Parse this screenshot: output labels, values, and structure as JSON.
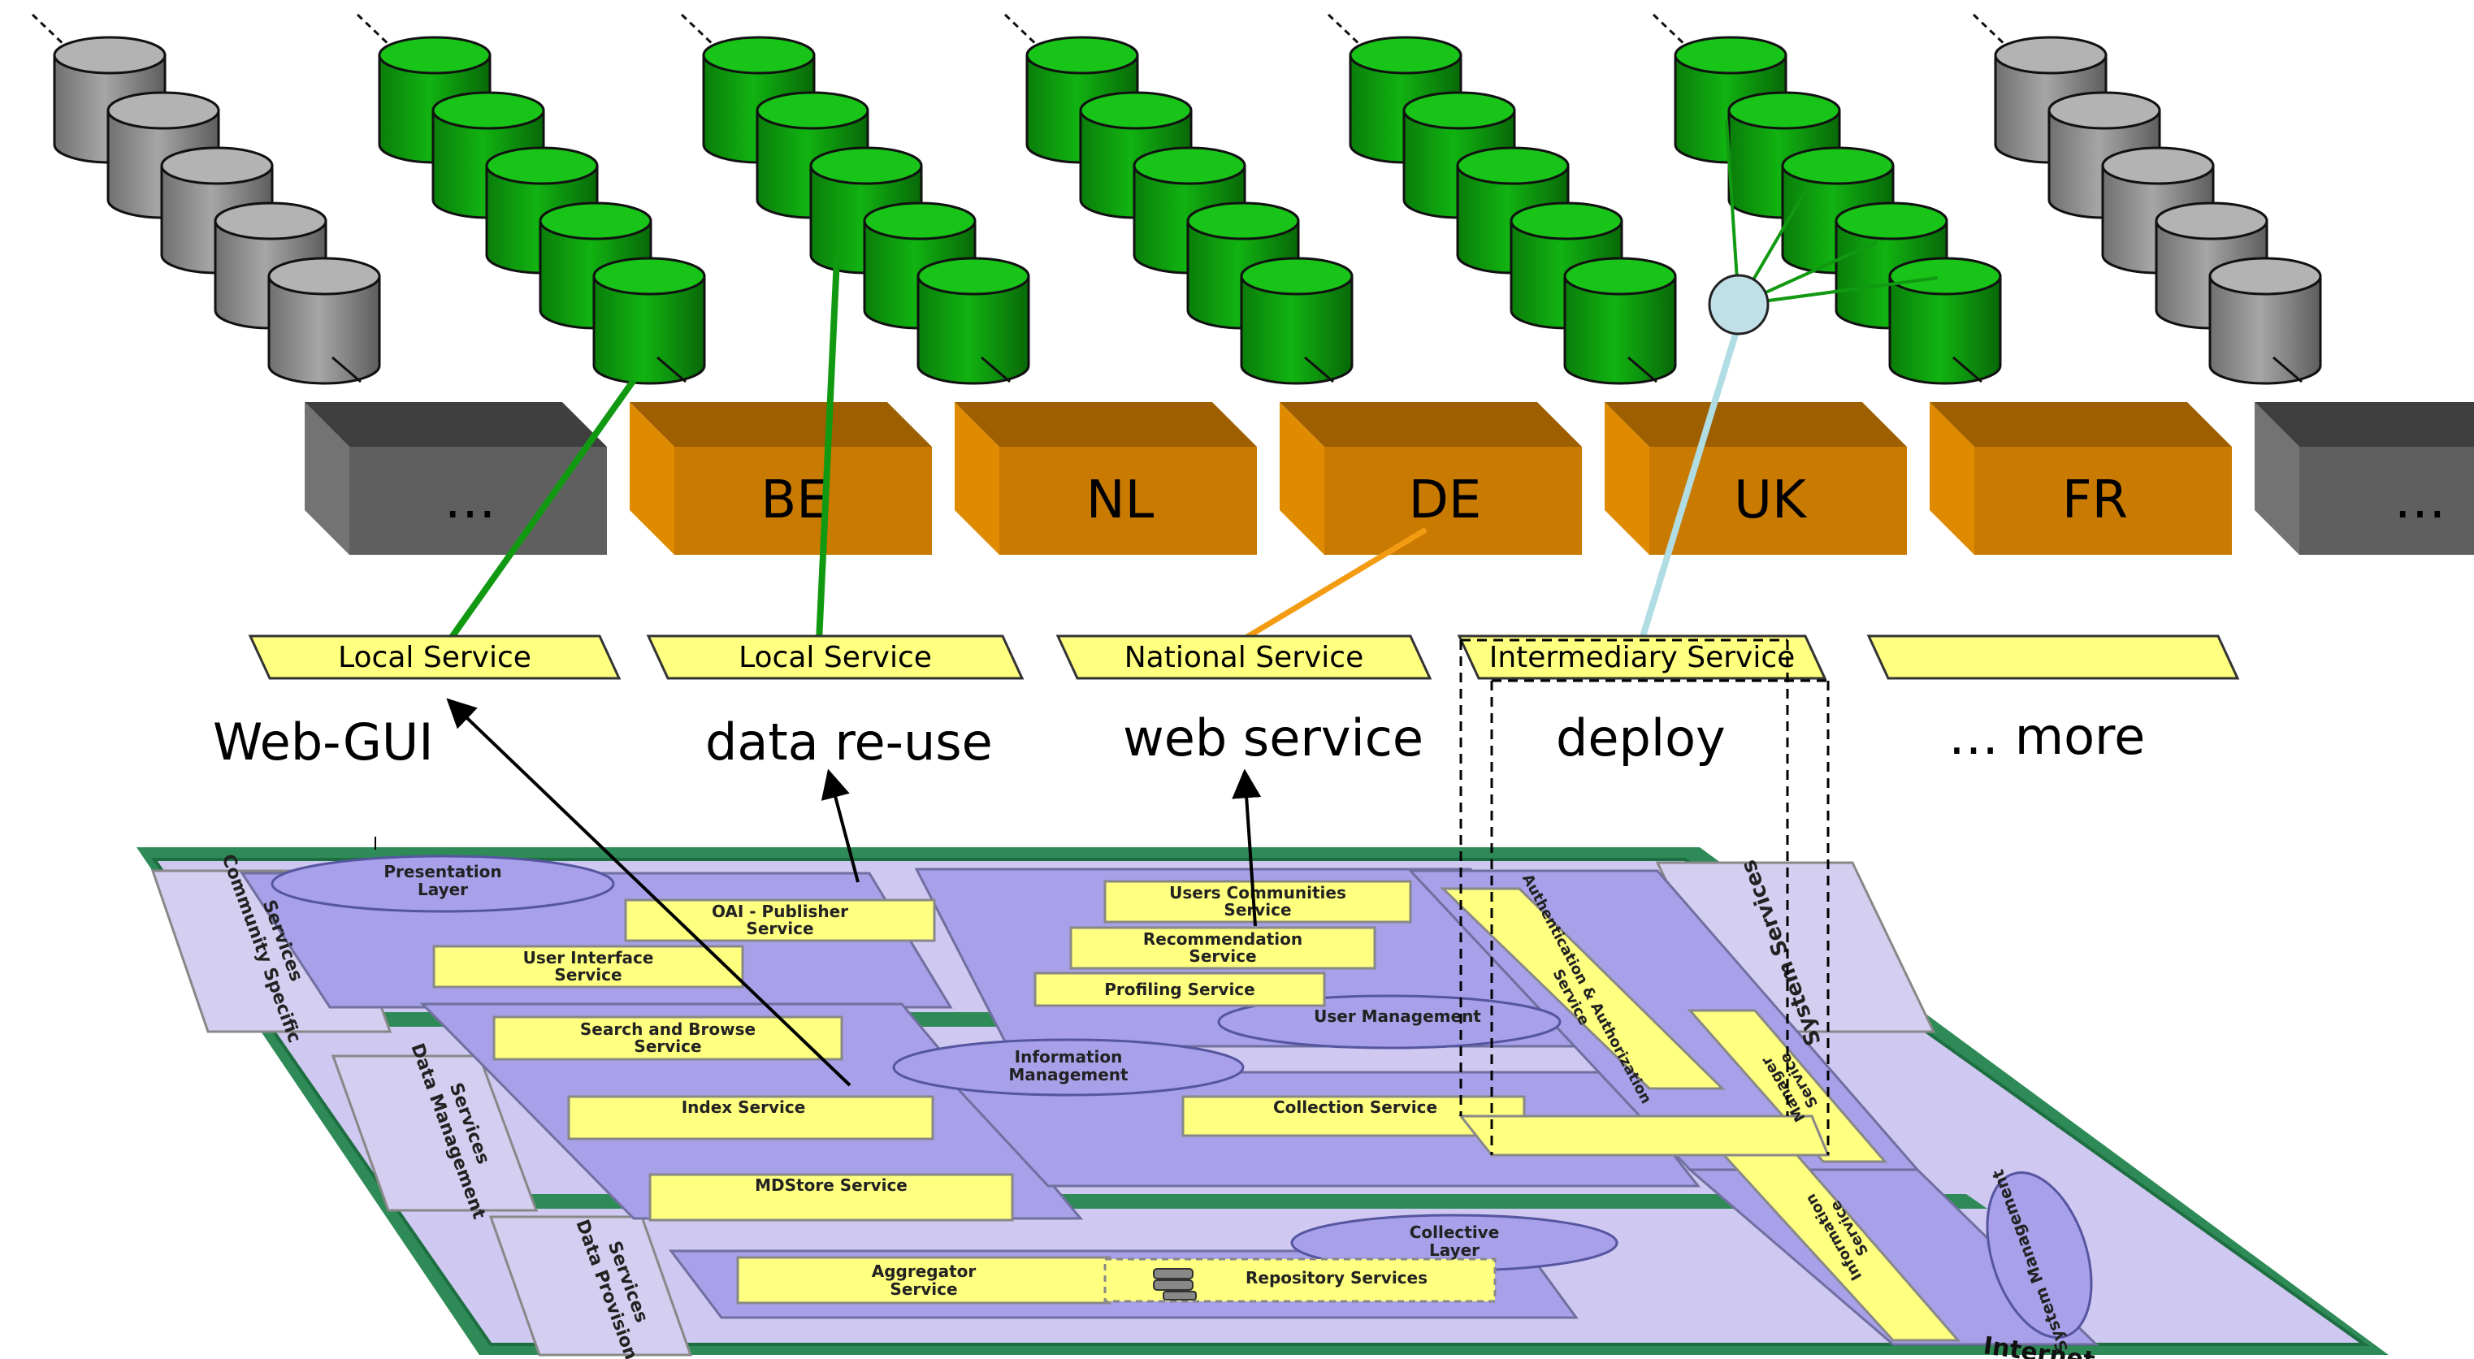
{
  "countries": [
    {
      "label": "…",
      "status": "inactive"
    },
    {
      "label": "BE",
      "status": "active"
    },
    {
      "label": "NL",
      "status": "active"
    },
    {
      "label": "DE",
      "status": "active"
    },
    {
      "label": "UK",
      "status": "active"
    },
    {
      "label": "FR",
      "status": "active"
    },
    {
      "label": "…",
      "status": "inactive"
    }
  ],
  "services": [
    {
      "label": "Local Service"
    },
    {
      "label": "Local Service"
    },
    {
      "label": "National Service"
    },
    {
      "label": "Intermediary Service"
    },
    {
      "label": ""
    }
  ],
  "use_cases": [
    {
      "label": "Web-GUI"
    },
    {
      "label": "data re-use"
    },
    {
      "label": "web service"
    },
    {
      "label": "deploy"
    },
    {
      "label": "… more"
    }
  ],
  "architecture": {
    "side_labels": {
      "community": [
        "Community Specific",
        "Services"
      ],
      "data_management": [
        "Data Management",
        "Services"
      ],
      "data_provision": [
        "Data Provision",
        "Services"
      ],
      "system": [
        "System Services"
      ]
    },
    "layers": {
      "presentation": [
        "Presentation",
        "Layer"
      ],
      "information": [
        "Information",
        "Management"
      ],
      "collective": [
        "Collective",
        "Layer"
      ],
      "system_mgmt": [
        "System Management"
      ]
    },
    "services": {
      "oai": [
        "OAI - Publisher",
        "Service"
      ],
      "user_interface": [
        "User Interface",
        "Service"
      ],
      "users_communities": [
        "Users Communities",
        "Service"
      ],
      "recommendation": [
        "Recommendation",
        "Service"
      ],
      "profiling": "Profiling Service",
      "user_management": "User Management",
      "search_browse": [
        "Search and Browse",
        "Service"
      ],
      "index": "Index Service",
      "mdstore": "MDStore Service",
      "collection": "Collection Service",
      "aggregator": [
        "Aggregator",
        "Service"
      ],
      "repository": "Repository Services",
      "auth": [
        "Authentication & Authorization",
        "Service"
      ],
      "manager": [
        "Manager",
        "Service"
      ],
      "information_srv": [
        "Information",
        "Service"
      ]
    },
    "internet_label": "Internet"
  },
  "colors": {
    "db_active": "#0c9a0c",
    "db_inactive": "#8c8c8c",
    "box_active": "#c97a00",
    "box_inactive": "#5f5f5f",
    "service_fill": "#ffff80",
    "panel": "#a8a0e8",
    "internet": "#2e8b57",
    "line_green": "#119911",
    "line_orange": "#f39c12",
    "line_cyan": "#b0dce4"
  }
}
